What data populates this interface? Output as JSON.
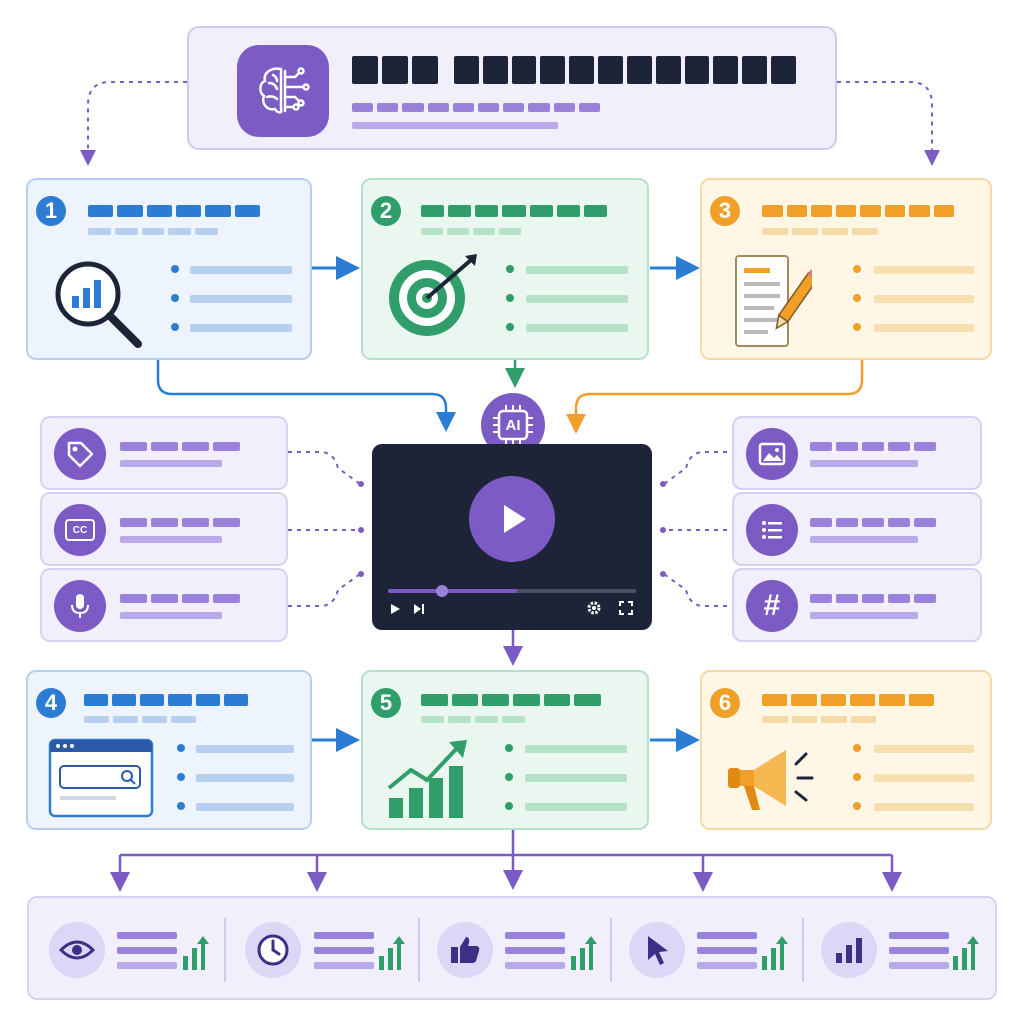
{
  "ai_chip": {
    "label": "AI"
  },
  "steps": [
    {
      "number": "1",
      "color": "#2c7cd4"
    },
    {
      "number": "2",
      "color": "#2f9e6a"
    },
    {
      "number": "3",
      "color": "#f0a028"
    },
    {
      "number": "4",
      "color": "#2c7cd4"
    },
    {
      "number": "5",
      "color": "#2f9e6a"
    },
    {
      "number": "6",
      "color": "#f0a028"
    }
  ],
  "features_left": [
    {
      "icon": "tag-icon"
    },
    {
      "icon": "closed-captions-icon",
      "label": "CC"
    },
    {
      "icon": "microphone-icon"
    }
  ],
  "features_right": [
    {
      "icon": "image-icon"
    },
    {
      "icon": "list-icon"
    },
    {
      "icon": "hashtag-icon",
      "label": "#"
    }
  ],
  "metrics": [
    {
      "icon": "eye-icon"
    },
    {
      "icon": "clock-icon"
    },
    {
      "icon": "thumbs-up-icon"
    },
    {
      "icon": "cursor-icon"
    },
    {
      "icon": "bar-chart-icon"
    }
  ],
  "colors": {
    "purple": "#7c5cc4",
    "navy": "#1e2438",
    "blue": "#2c7cd4",
    "green": "#2f9e6a",
    "orange": "#f0a028"
  }
}
